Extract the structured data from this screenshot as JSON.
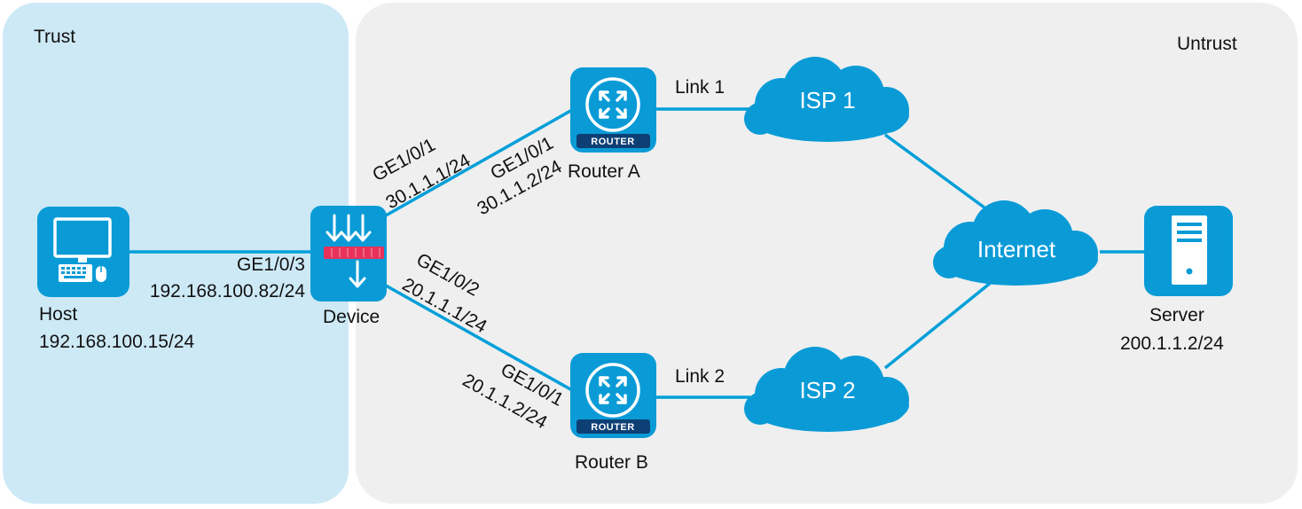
{
  "colors": {
    "trust_zone": "#cde9f6",
    "untrust_zone": "#efefef",
    "link": "#009fd9",
    "device_icon": "#0a9bd7",
    "cloud": "#0a9bd7",
    "firewall_bar": "#e8315b"
  },
  "zones": {
    "trust": "Trust",
    "untrust": "Untrust"
  },
  "nodes": {
    "host": {
      "name": "Host",
      "ip": "192.168.100.15/24",
      "icon": "computer-icon"
    },
    "device": {
      "name": "Device",
      "icon": "firewall-icon"
    },
    "router_a": {
      "name": "Router A",
      "badge": "ROUTER",
      "icon": "router-icon"
    },
    "router_b": {
      "name": "Router B",
      "badge": "ROUTER",
      "icon": "router-icon"
    },
    "isp1": {
      "name": "ISP 1",
      "icon": "cloud-icon"
    },
    "isp2": {
      "name": "ISP 2",
      "icon": "cloud-icon"
    },
    "internet": {
      "name": "Internet",
      "icon": "cloud-icon"
    },
    "server": {
      "name": "Server",
      "ip": "200.1.1.2/24",
      "icon": "server-icon"
    }
  },
  "links": {
    "link1": "Link 1",
    "link2": "Link 2"
  },
  "interfaces": {
    "device_ge103": {
      "port": "GE1/0/3",
      "ip": "192.168.100.82/24"
    },
    "device_ge101": {
      "port": "GE1/0/1",
      "ip": "30.1.1.1/24"
    },
    "device_ge102": {
      "port": "GE1/0/2",
      "ip": "20.1.1.1/24"
    },
    "router_a_ge101": {
      "port": "GE1/0/1",
      "ip": "30.1.1.2/24"
    },
    "router_b_ge101": {
      "port": "GE1/0/1",
      "ip": "20.1.1.2/24"
    }
  }
}
